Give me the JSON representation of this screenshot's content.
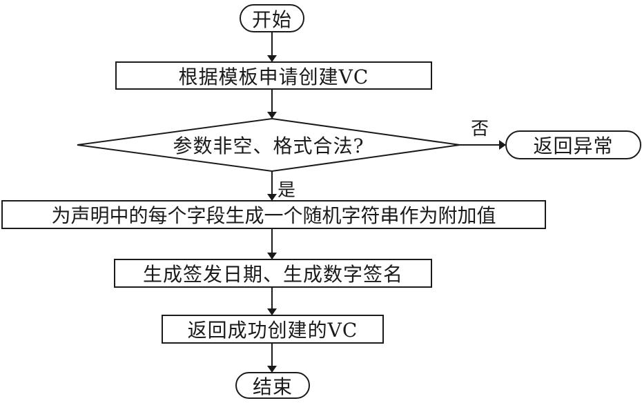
{
  "flowchart": {
    "nodes": {
      "start": {
        "type": "terminal",
        "label": "开始"
      },
      "create_from_template": {
        "type": "process",
        "label": "根据模板申请创建VC"
      },
      "validate_params": {
        "type": "decision",
        "label": "参数非空、格式合法?"
      },
      "return_exception": {
        "type": "terminal",
        "label": "返回异常"
      },
      "generate_salt": {
        "type": "process",
        "label": "为声明中的每个字段生成一个随机字符串作为附加值"
      },
      "generate_signature": {
        "type": "process",
        "label": "生成签发日期、生成数字签名"
      },
      "return_vc": {
        "type": "process",
        "label": "返回成功创建的VC"
      },
      "end": {
        "type": "terminal",
        "label": "结束"
      }
    },
    "edges": {
      "no_label": "否",
      "yes_label": "是"
    },
    "colors": {
      "stroke": "#1a1a1a",
      "background": "#ffffff"
    }
  }
}
